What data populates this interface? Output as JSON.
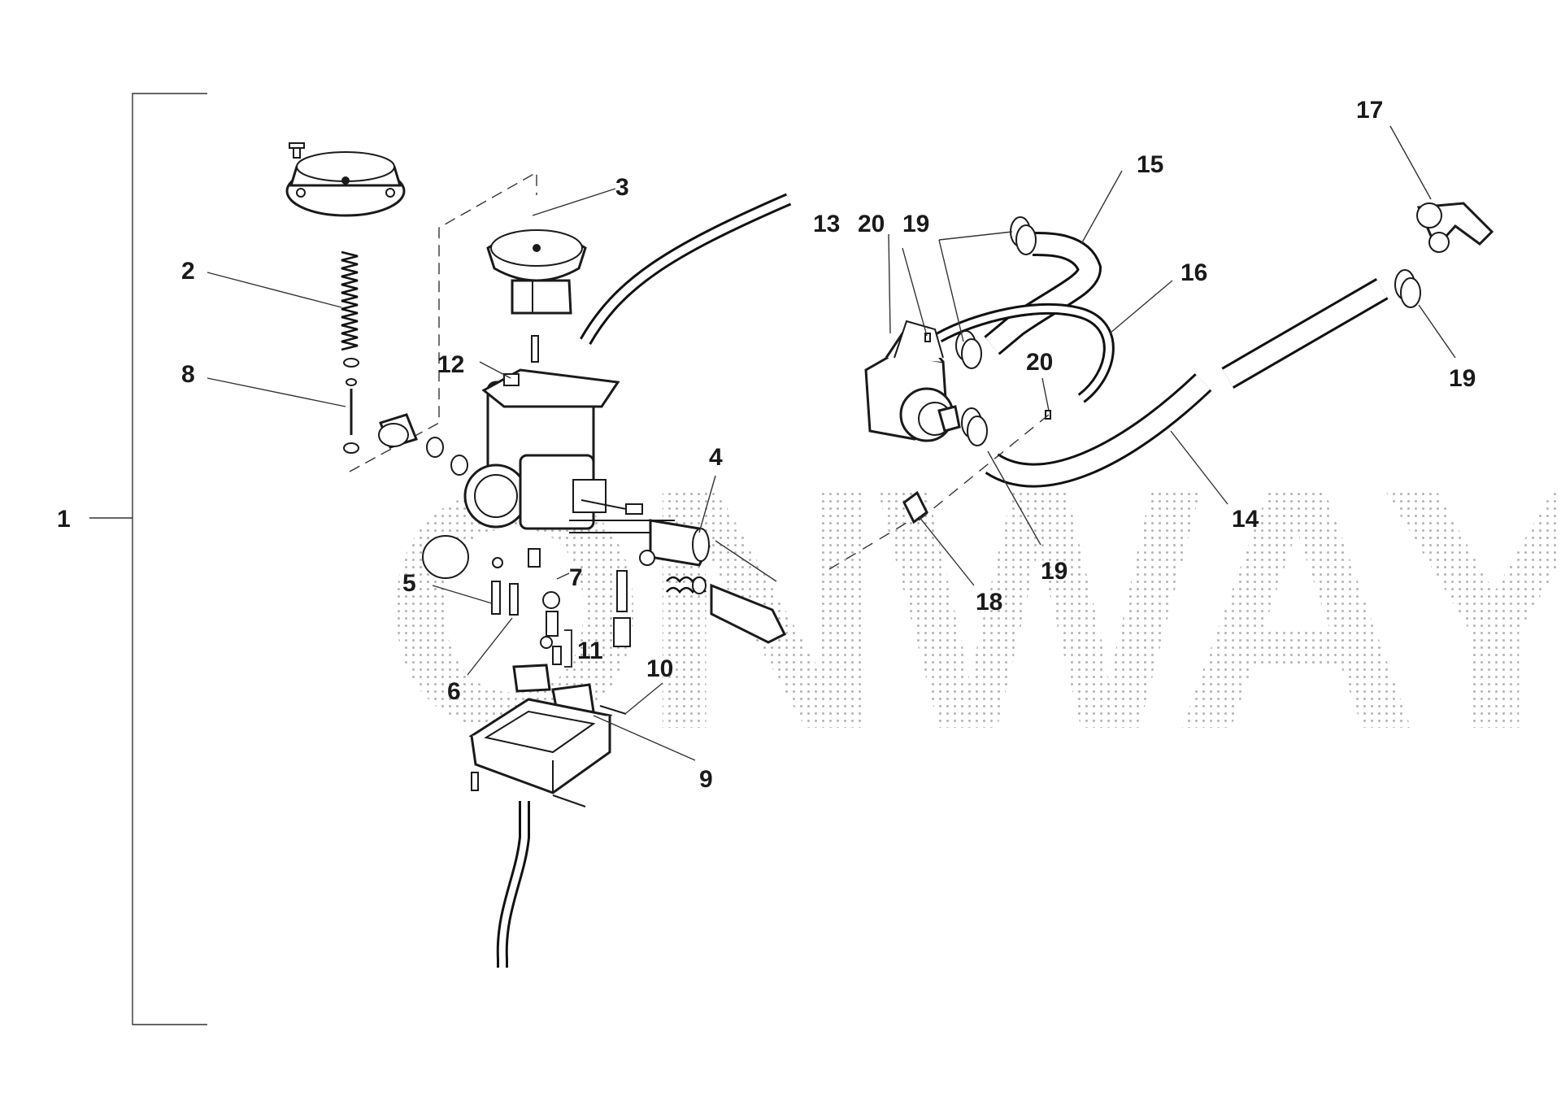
{
  "labels": {
    "l1": "1",
    "l2": "2",
    "l3": "3",
    "l4": "4",
    "l5": "5",
    "l6": "6",
    "l7": "7",
    "l8": "8",
    "l9": "9",
    "l10": "10",
    "l11": "11",
    "l12": "12",
    "l13": "13",
    "l14": "14",
    "l15": "15",
    "l16": "16",
    "l17": "17",
    "l18": "18",
    "l19a": "19",
    "l19b": "19",
    "l19c": "19",
    "l20a": "20",
    "l20b": "20"
  },
  "watermark": {
    "text": "ONWAY",
    "color": "#bdbdbd"
  },
  "colors": {
    "line": "#1a1a1a",
    "background": "#ffffff"
  }
}
